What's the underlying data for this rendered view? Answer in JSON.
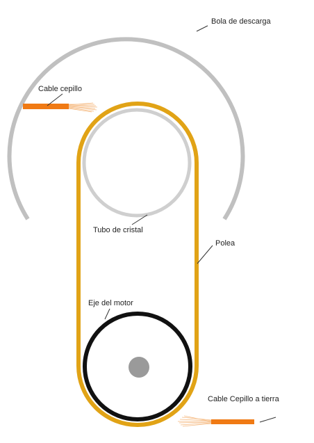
{
  "labels": {
    "discharge_ball": "Bola de descarga",
    "brush_cable": "Cable cepillo",
    "glass_tube": "Tubo de cristal",
    "pulley": "Polea",
    "motor_shaft": "Eje del motor",
    "ground_brush_cable": "Cable Cepillo a tierra"
  },
  "colors": {
    "discharge_ball": "#c0c0c0",
    "glass_tube": "#cfcfcf",
    "pulley_belt": "#e1a316",
    "motor_ring": "#111111",
    "motor_axle": "#9a9a9a",
    "cable": "#f07a14",
    "wire_strands": "#f5b77c",
    "leader_line": "#333333"
  }
}
